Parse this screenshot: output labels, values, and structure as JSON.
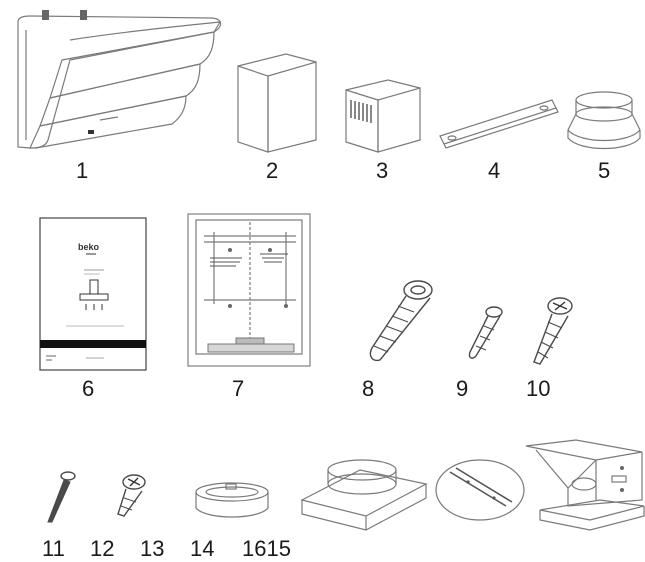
{
  "labels": {
    "p1": "1",
    "p2": "2",
    "p3": "3",
    "p4": "4",
    "p5": "5",
    "p6": "6",
    "p7": "7",
    "p8": "8",
    "p9": "9",
    "p10": "10",
    "p11": "11",
    "p12": "12",
    "p13": "13",
    "p14": "14",
    "p1615": "1615"
  },
  "manual": {
    "brand": "beko"
  }
}
